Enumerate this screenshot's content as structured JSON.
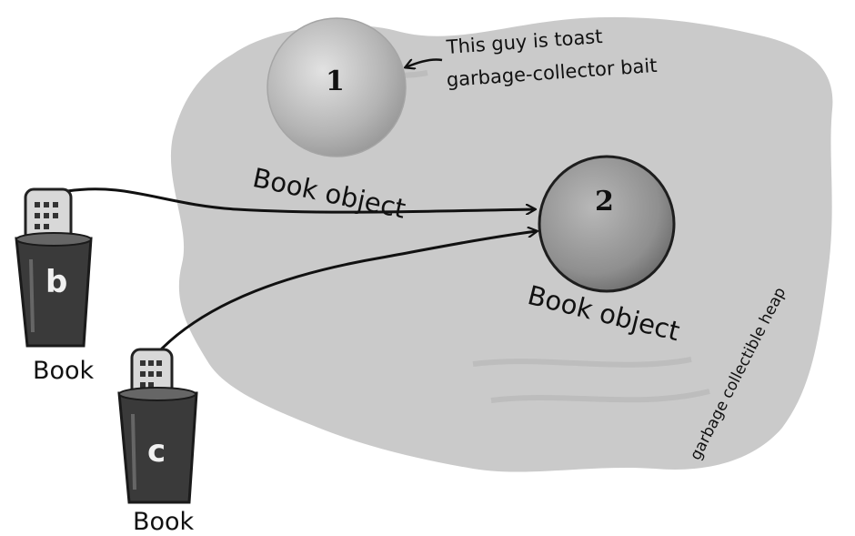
{
  "heap": {
    "label": "garbage collectible heap"
  },
  "objects": [
    {
      "number": "1",
      "label": "Book object",
      "status": "unreachable"
    },
    {
      "number": "2",
      "label": "Book object",
      "status": "reachable"
    }
  ],
  "references": [
    {
      "var": "b",
      "type": "Book",
      "points_to": "2"
    },
    {
      "var": "c",
      "type": "Book",
      "points_to": "2"
    }
  ],
  "annotation": {
    "line1": "This guy is toast",
    "line2": "garbage-collector bait"
  },
  "colors": {
    "heap": "#c9c9c9",
    "object": "#9e9e9e",
    "cup": "#444444"
  }
}
